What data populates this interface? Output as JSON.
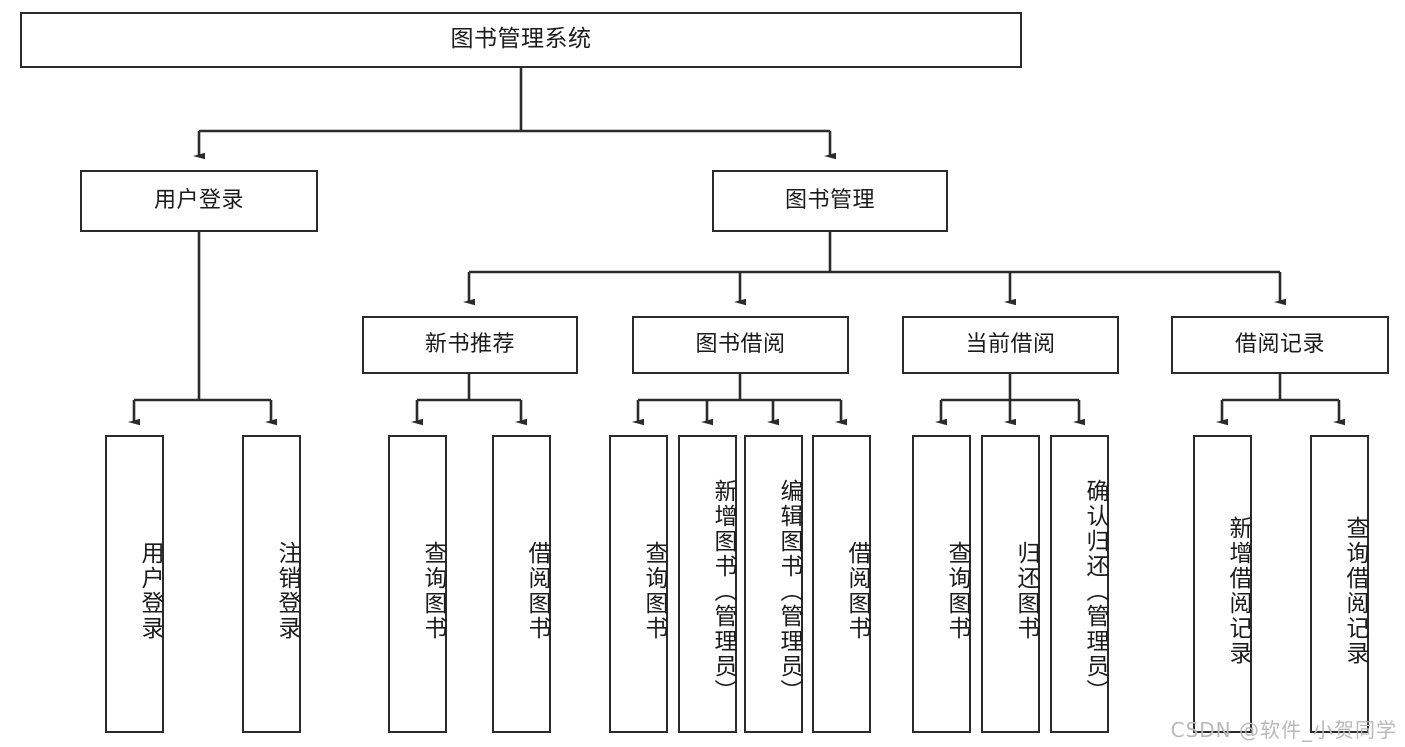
{
  "diagram": {
    "title": "图书管理系统",
    "watermark": "CSDN @软件_小贺同学",
    "stroke_color": "#2b2b2b",
    "background_color": "#ffffff",
    "watermark_color": "#b9b9b9"
  },
  "nodes": {
    "root": {
      "label": "图书管理系统"
    },
    "level2": [
      {
        "id": "user-login",
        "label": "用户登录"
      },
      {
        "id": "book-management",
        "label": "图书管理"
      }
    ],
    "level3": [
      {
        "id": "new-book-recommend",
        "label": "新书推荐"
      },
      {
        "id": "book-borrow",
        "label": "图书借阅"
      },
      {
        "id": "current-borrow",
        "label": "当前借阅"
      },
      {
        "id": "borrow-record",
        "label": "借阅记录"
      }
    ],
    "leaves": [
      {
        "id": "leaf-user-login",
        "label": "用户登录",
        "parent": "user-login"
      },
      {
        "id": "leaf-logout",
        "label": "注销登录",
        "parent": "user-login"
      },
      {
        "id": "leaf-query-book-1",
        "label": "查询图书",
        "parent": "new-book-recommend"
      },
      {
        "id": "leaf-borrow-book-1",
        "label": "借阅图书",
        "parent": "new-book-recommend"
      },
      {
        "id": "leaf-query-book-2",
        "label": "查询图书",
        "parent": "book-borrow"
      },
      {
        "id": "leaf-add-book",
        "label": "新增图书（管理员）",
        "parent": "book-borrow"
      },
      {
        "id": "leaf-edit-book",
        "label": "编辑图书（管理员）",
        "parent": "book-borrow"
      },
      {
        "id": "leaf-borrow-book-2",
        "label": "借阅图书",
        "parent": "book-borrow"
      },
      {
        "id": "leaf-query-book-3",
        "label": "查询图书",
        "parent": "current-borrow"
      },
      {
        "id": "leaf-return-book",
        "label": "归还图书",
        "parent": "current-borrow"
      },
      {
        "id": "leaf-confirm-return",
        "label": "确认归还（管理员）",
        "parent": "current-borrow"
      },
      {
        "id": "leaf-add-record",
        "label": "新增借阅记录",
        "parent": "borrow-record"
      },
      {
        "id": "leaf-query-record",
        "label": "查询借阅记录",
        "parent": "borrow-record"
      }
    ]
  }
}
